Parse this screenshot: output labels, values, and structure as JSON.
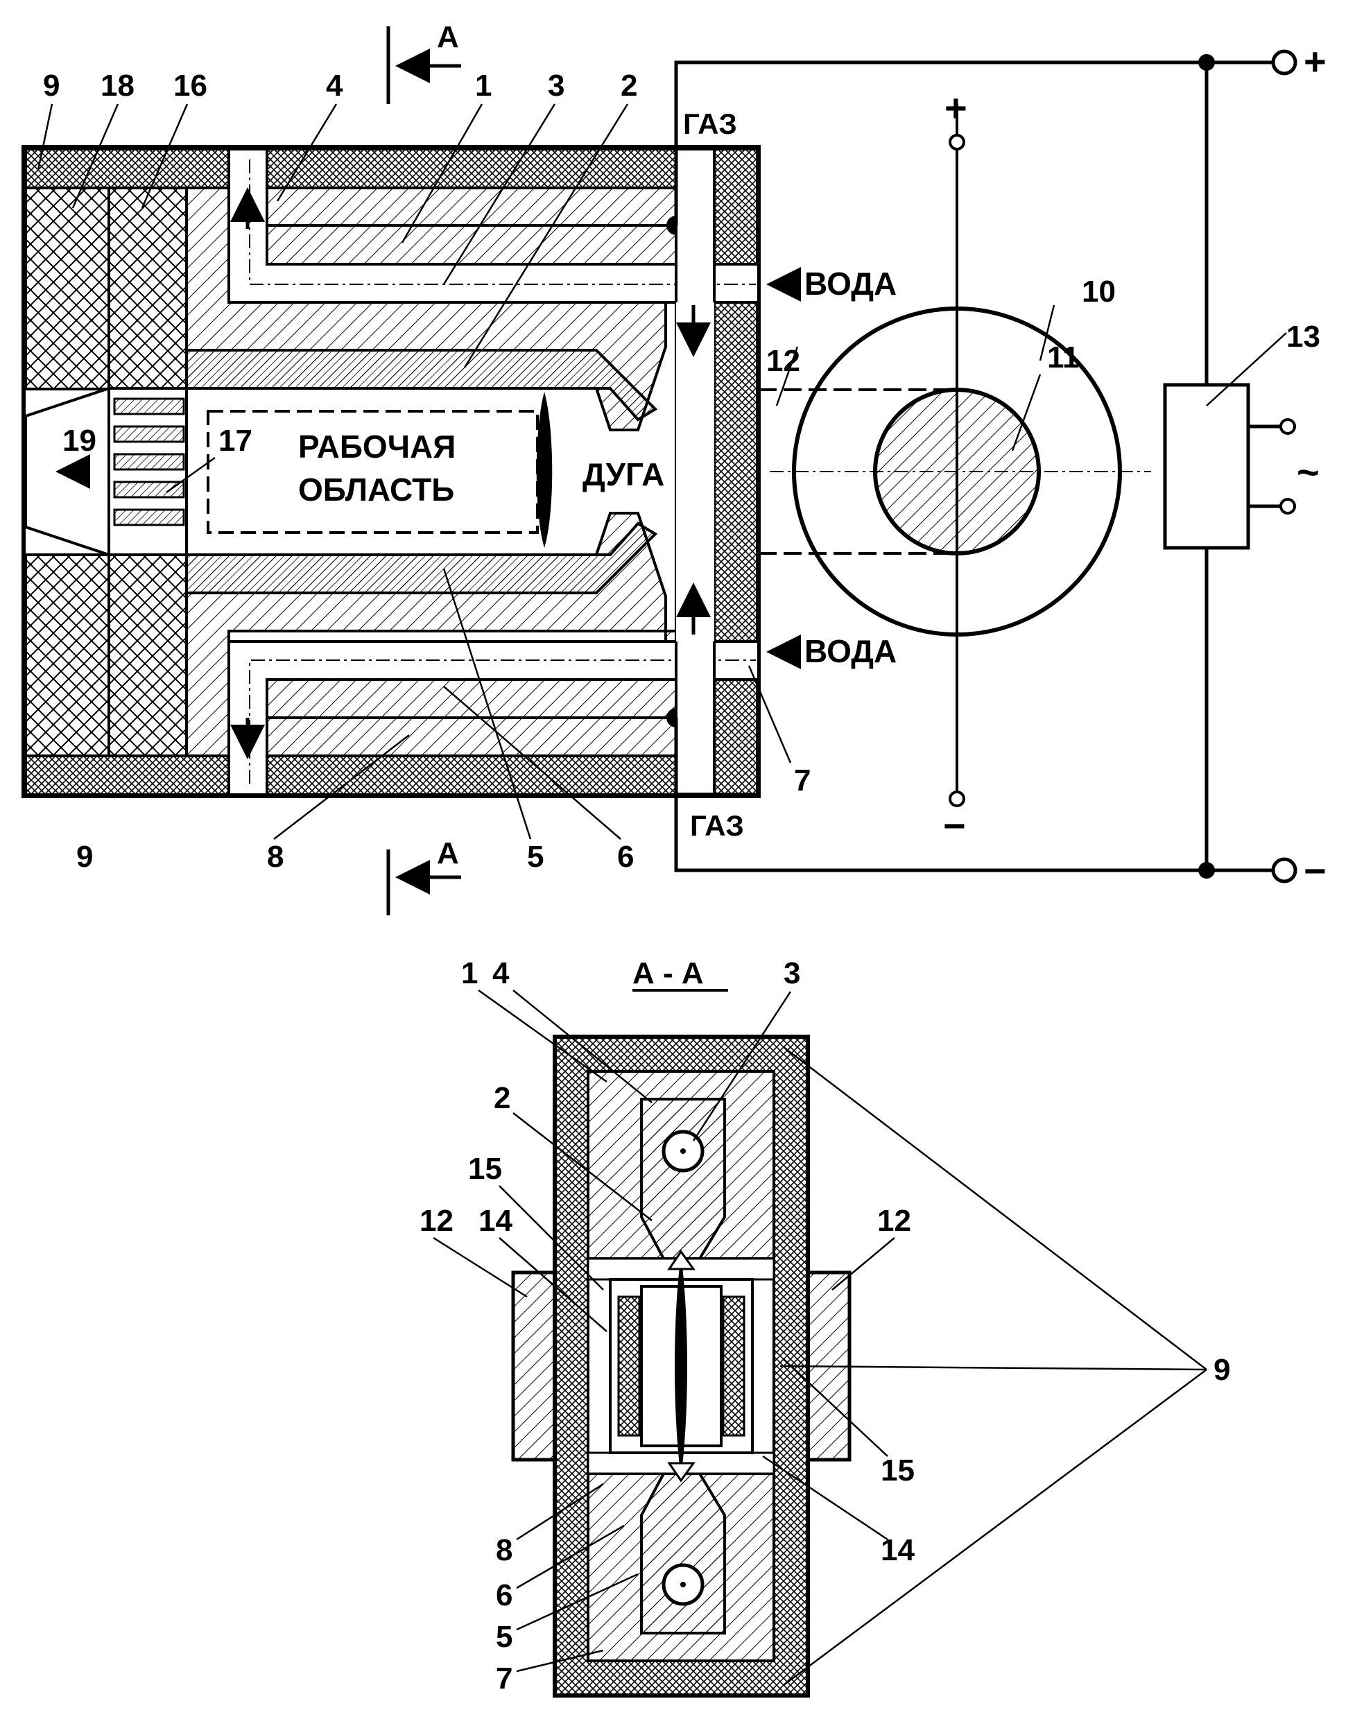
{
  "top": {
    "section_marker": "А",
    "part_labels": {
      "n9_top": "9",
      "n18": "18",
      "n16": "16",
      "n4": "4",
      "n1": "1",
      "n3": "3",
      "n2": "2",
      "n10": "10",
      "n11": "11",
      "n12": "12",
      "n13": "13",
      "n19": "19",
      "n17": "17",
      "n7": "7",
      "n9_bottom": "9",
      "n8": "8",
      "n5": "5",
      "n6": "6"
    },
    "words": {
      "gas_top": "ГАЗ",
      "gas_bottom": "ГАЗ",
      "water_top": "ВОДА",
      "water_bottom": "ВОДА",
      "working_area_line1": "РАБОЧАЯ",
      "working_area_line2": "ОБЛАСТЬ",
      "arc": "ДУГА"
    },
    "symbols": {
      "terminal_plus": "+",
      "terminal_minus": "−",
      "source_plus": "+",
      "source_minus": "−",
      "ac": "~"
    }
  },
  "bottom": {
    "section_title": "А - А",
    "part_labels": {
      "n1": "1",
      "n4": "4",
      "n3": "3",
      "n2": "2",
      "n15_left": "15",
      "n12_left": "12",
      "n14_left": "14",
      "n12_right": "12",
      "n9": "9",
      "n15_right": "15",
      "n14_right": "14",
      "n8": "8",
      "n6": "6",
      "n5": "5",
      "n7": "7"
    }
  },
  "colors": {
    "ink": "#000000",
    "paper": "#ffffff"
  }
}
